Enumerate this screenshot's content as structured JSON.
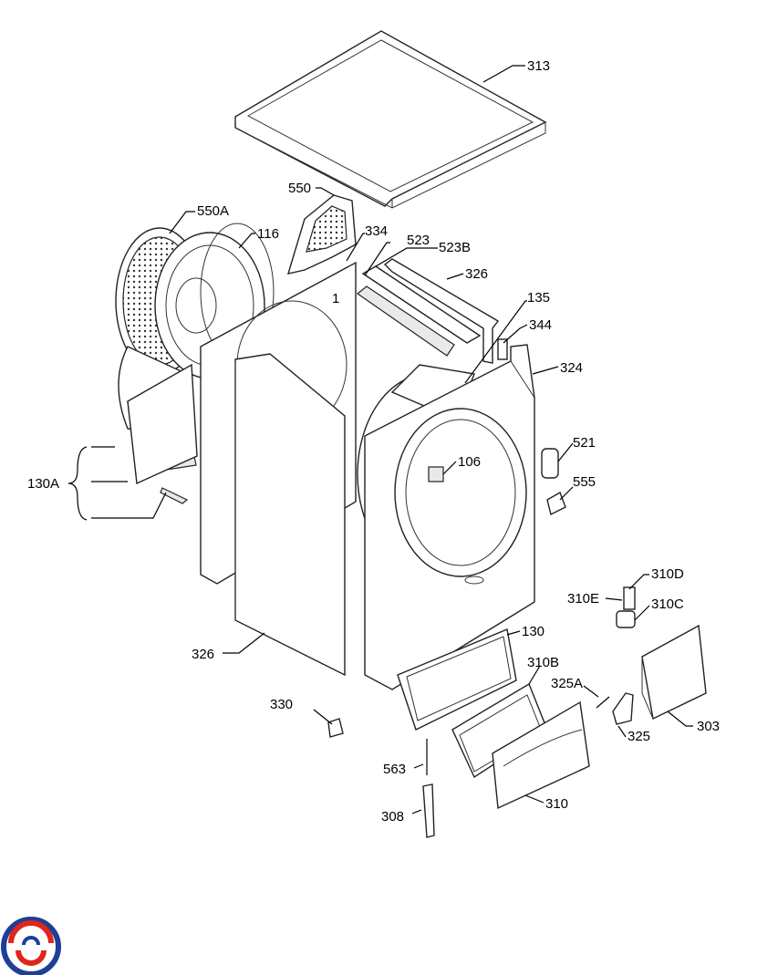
{
  "labels": {
    "l313": "313",
    "l550": "550",
    "l550A": "550A",
    "l116": "116",
    "l334": "334",
    "l523": "523",
    "l523B": "523B",
    "l326a": "326",
    "l135": "135",
    "l344": "344",
    "l324": "324",
    "l521": "521",
    "l106": "106",
    "l555": "555",
    "l130A": "130A",
    "l310D": "310D",
    "l310E": "310E",
    "l310C": "310C",
    "l326b": "326",
    "l130": "130",
    "l310B": "310B",
    "l325A": "325A",
    "l330": "330",
    "l303": "303",
    "l325": "325",
    "l563": "563",
    "l310": "310",
    "l308": "308"
  },
  "colors": {
    "logo_red": "#e1251b",
    "logo_blue": "#1d3f95"
  },
  "logo_icon": "brand-swirl-logo-icon"
}
